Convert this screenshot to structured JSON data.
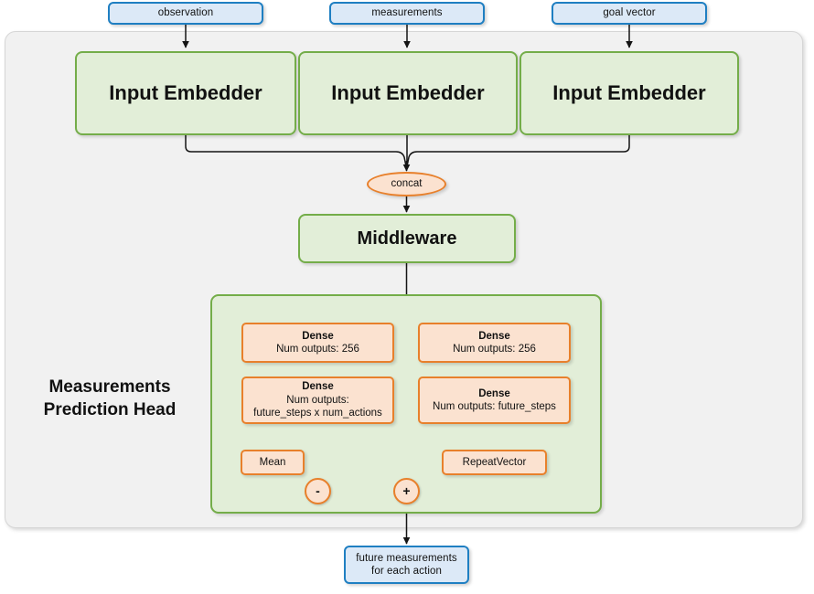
{
  "diagram": {
    "title": "Measurements Prediction Head network diagram",
    "colors": {
      "blue_border": "#1f7fc2",
      "blue_fill": "#dce9f7",
      "green_border": "#74ad49",
      "green_fill": "#e2eed8",
      "orange_border": "#e8802b",
      "orange_fill": "#fbe2d0",
      "panel_fill": "#f1f1f1",
      "wire": "#1a1a1a"
    },
    "inputs": [
      {
        "label": "observation"
      },
      {
        "label": "measurements"
      },
      {
        "label": "goal vector"
      }
    ],
    "embedders": [
      {
        "label": "Input Embedder"
      },
      {
        "label": "Input Embedder"
      },
      {
        "label": "Input Embedder"
      }
    ],
    "concat": {
      "label": "concat"
    },
    "middleware": {
      "label": "Middleware"
    },
    "head": {
      "title_line1": "Measurements",
      "title_line2": "Prediction Head",
      "left_branch": {
        "dense1": {
          "title": "Dense",
          "line1": "Num outputs: 256"
        },
        "dense2": {
          "title": "Dense",
          "line1": "Num outputs:",
          "line2": "future_steps x num_actions"
        },
        "mean": {
          "label": "Mean"
        }
      },
      "right_branch": {
        "dense1": {
          "title": "Dense",
          "line1": "Num outputs: 256"
        },
        "dense2": {
          "title": "Dense",
          "line1": "Num outputs: future_steps"
        },
        "repeat_vector": {
          "label": "RepeatVector"
        }
      },
      "operators": {
        "subtract": {
          "symbol": "-"
        },
        "add": {
          "symbol": "+"
        }
      }
    },
    "output": {
      "line1": "future measurements",
      "line2": "for each action"
    }
  }
}
